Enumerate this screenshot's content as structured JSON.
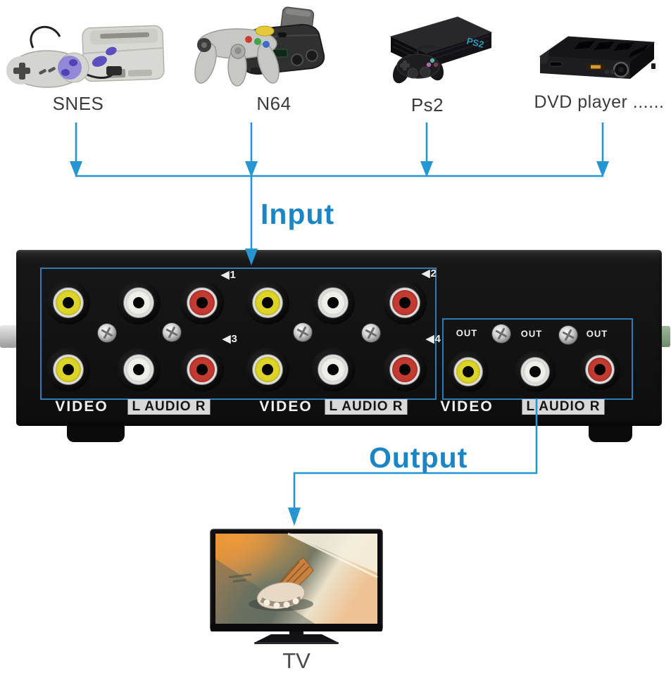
{
  "colors": {
    "line_blue": "#2497d3",
    "label_blue": "#1a86c5",
    "outline_blue": "#2f7cb4",
    "jack_yellow": "#ddd428",
    "jack_white": "#efefea",
    "jack_red": "#c23a30",
    "box_black": "#141414"
  },
  "devices": [
    {
      "label": "SNES"
    },
    {
      "label": "N64"
    },
    {
      "label": "Ps2",
      "logo_text": "PS2"
    },
    {
      "label": "DVD player ......"
    }
  ],
  "flow": {
    "input_label": "Input",
    "output_label": "Output"
  },
  "switcher": {
    "channel_markers": [
      "◀1",
      "◀2",
      "◀3",
      "◀4"
    ],
    "out_labels": [
      "OUT",
      "OUT",
      "OUT"
    ],
    "bottom_labels": [
      {
        "type": "video",
        "text": "VIDEO"
      },
      {
        "type": "audio",
        "text": "L AUDIO R"
      },
      {
        "type": "video",
        "text": "VIDEO"
      },
      {
        "type": "audio",
        "text": "L AUDIO R"
      },
      {
        "type": "video",
        "text": "VIDEO"
      },
      {
        "type": "audio",
        "text": "L AUDIO R"
      }
    ]
  },
  "tv": {
    "label": "TV"
  }
}
